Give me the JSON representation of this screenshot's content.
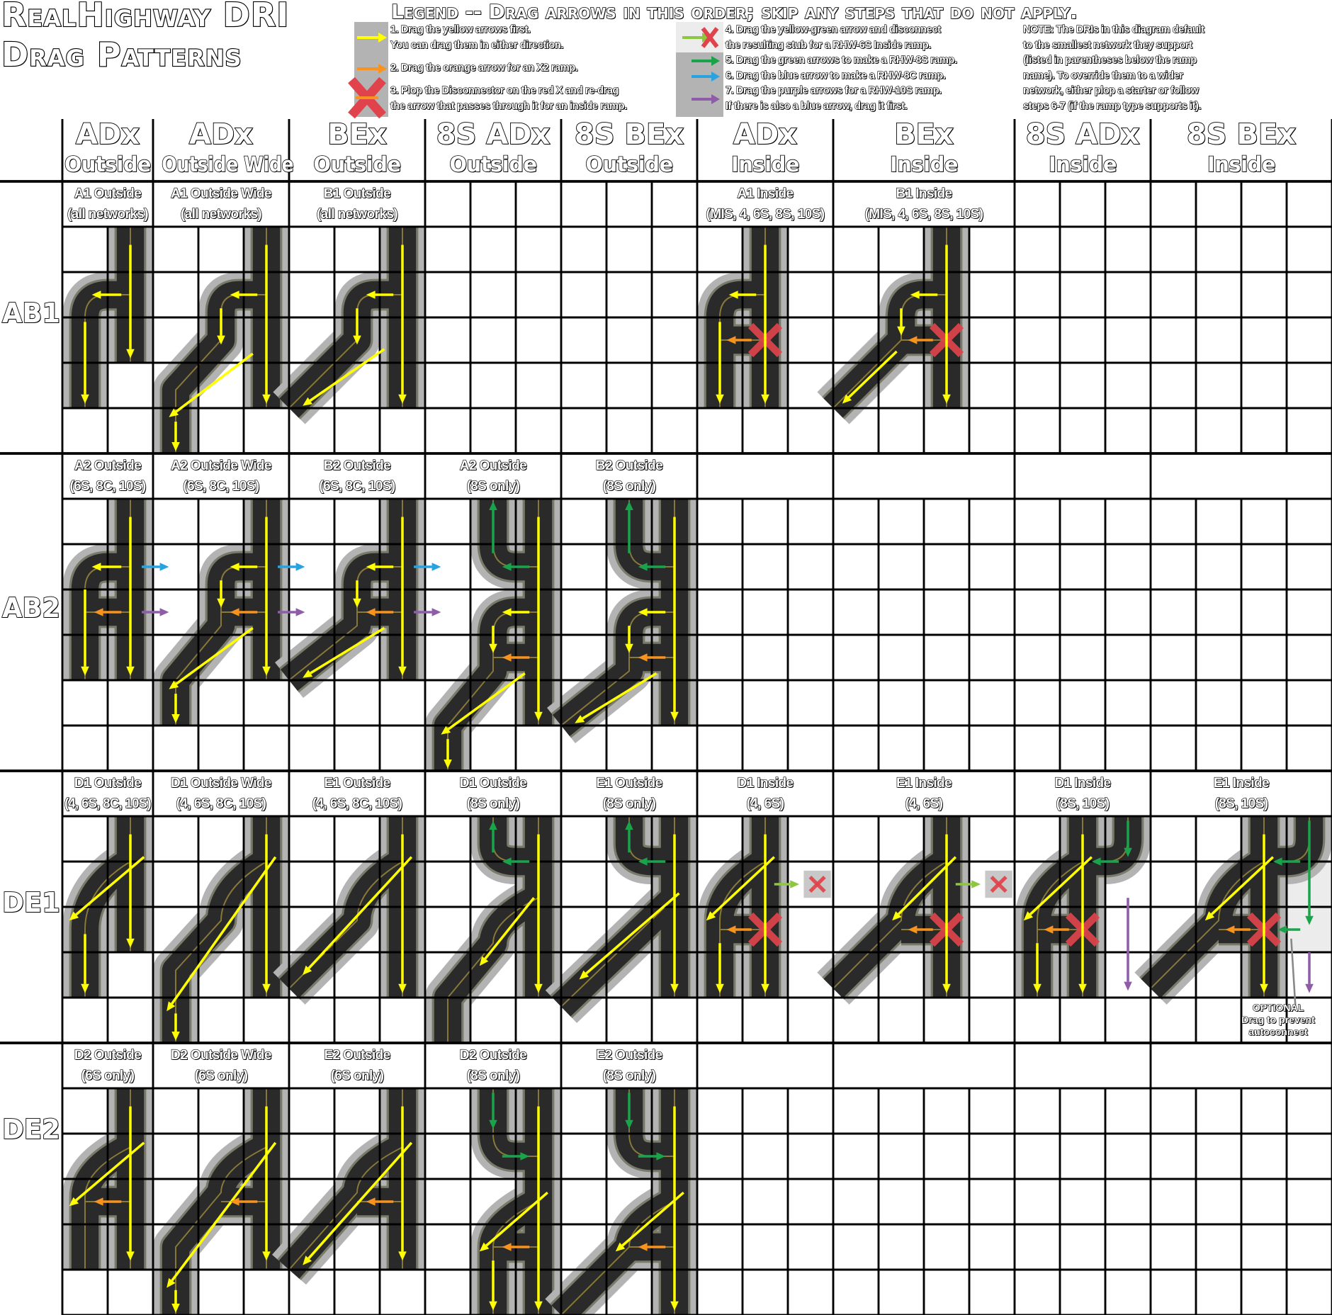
{
  "title": {
    "line1": "RealHighway DRI",
    "line2": "Drag Patterns"
  },
  "legend": {
    "title": "Legend -- Drag arrows in this order; skip any steps that do not apply.",
    "items": [
      {
        "lines": [
          "1. Drag the yellow arrows first.",
          "You can drag them in either direction."
        ]
      },
      {
        "lines": [
          "2. Drag the orange arrow for an X2 ramp."
        ]
      },
      {
        "lines": [
          "3. Plop the Disconnector on the red X and re-drag",
          "the arrow that passes through it for an inside ramp."
        ]
      },
      {
        "lines": [
          "4. Drag the yellow-green arrow and disconnect",
          "the resulting stub for a RHW-6S Inside ramp."
        ]
      },
      {
        "lines": [
          "5. Drag the green arrows to make a RHW-8S ramp.",
          "6. Drag the blue arrow to make a RHW-8C ramp.",
          "7. Drag the purple arrows for a RHW-10S ramp.",
          "If there is also a blue arrow, drag it first."
        ]
      }
    ],
    "note": [
      "NOTE: The DRIs in this diagram default",
      "to the smallest network they support",
      "(listed in parentheses below the ramp",
      "name). To override them to a wider",
      "network, either plop a starter or follow",
      "steps 6-7 (if the ramp type supports it)."
    ]
  },
  "columns": [
    {
      "top": "ADx",
      "bottom": "Outside"
    },
    {
      "top": "ADx",
      "bottom": "Outside Wide"
    },
    {
      "top": "BEx",
      "bottom": "Outside"
    },
    {
      "top": "8S ADx",
      "bottom": "Outside"
    },
    {
      "top": "8S BEx",
      "bottom": "Outside"
    },
    {
      "top": "ADx",
      "bottom": "Inside"
    },
    {
      "top": "BEx",
      "bottom": "Inside"
    },
    {
      "top": "8S ADx",
      "bottom": "Inside"
    },
    {
      "top": "8S BEx",
      "bottom": "Inside"
    }
  ],
  "rows": [
    {
      "name": "AB1",
      "labels": [
        {
          "name": "A1 Outside",
          "nets": "(all networks)"
        },
        {
          "name": "A1 Outside Wide",
          "nets": "(all networks)"
        },
        {
          "name": "B1 Outside",
          "nets": "(all networks)"
        },
        {
          "name": "A1 Inside",
          "nets": "(MIS, 4, 6S, 8S, 10S)"
        },
        {
          "name": "B1 Inside",
          "nets": "(MIS, 4, 6S, 8S, 10S)"
        }
      ]
    },
    {
      "name": "AB2",
      "labels": [
        {
          "name": "A2 Outside",
          "nets": "(6S, 8C, 10S)"
        },
        {
          "name": "A2 Outside Wide",
          "nets": "(6S, 8C, 10S)"
        },
        {
          "name": "B2 Outside",
          "nets": "(6S, 8C, 10S)"
        },
        {
          "name": "A2 Outside",
          "nets": "(8S only)"
        },
        {
          "name": "B2 Outside",
          "nets": "(8S only)"
        }
      ]
    },
    {
      "name": "DE1",
      "labels": [
        {
          "name": "D1 Outside",
          "nets": "(4, 6S, 8C, 10S)"
        },
        {
          "name": "D1 Outside Wide",
          "nets": "(4, 6S, 8C, 10S)"
        },
        {
          "name": "E1 Outside",
          "nets": "(4, 6S, 8C, 10S)"
        },
        {
          "name": "D1 Outside",
          "nets": "(8S only)"
        },
        {
          "name": "E1 Outside",
          "nets": "(8S only)"
        },
        {
          "name": "D1 Inside",
          "nets": "(4, 6S)"
        },
        {
          "name": "E1 Inside",
          "nets": "(4, 6S)"
        },
        {
          "name": "D1 Inside",
          "nets": "(8S, 10S)"
        },
        {
          "name": "E1 Inside",
          "nets": "(8S, 10S)"
        }
      ]
    },
    {
      "name": "DE2",
      "labels": [
        {
          "name": "D2 Outside",
          "nets": "(6S only)"
        },
        {
          "name": "D2 Outside Wide",
          "nets": "(6S only)"
        },
        {
          "name": "E2 Outside",
          "nets": "(6S only)"
        },
        {
          "name": "D2 Outside",
          "nets": "(8S only)"
        },
        {
          "name": "E2 Outside",
          "nets": "(8S only)"
        }
      ]
    }
  ],
  "annotation": {
    "lines": [
      "OPTIONAL",
      "Drag to prevent",
      "autoconnect"
    ]
  },
  "colors": {
    "yellow": "#ffff00",
    "orange": "#f7931e",
    "blue": "#29a3e0",
    "purple": "#8e5ca8",
    "green": "#1aa34a",
    "yellow_green": "#8dc63f",
    "red": "#e0434b",
    "tile_grey": "#b3b3b3",
    "tile_light": "#ececec",
    "asphalt": "#2a2a2a"
  }
}
